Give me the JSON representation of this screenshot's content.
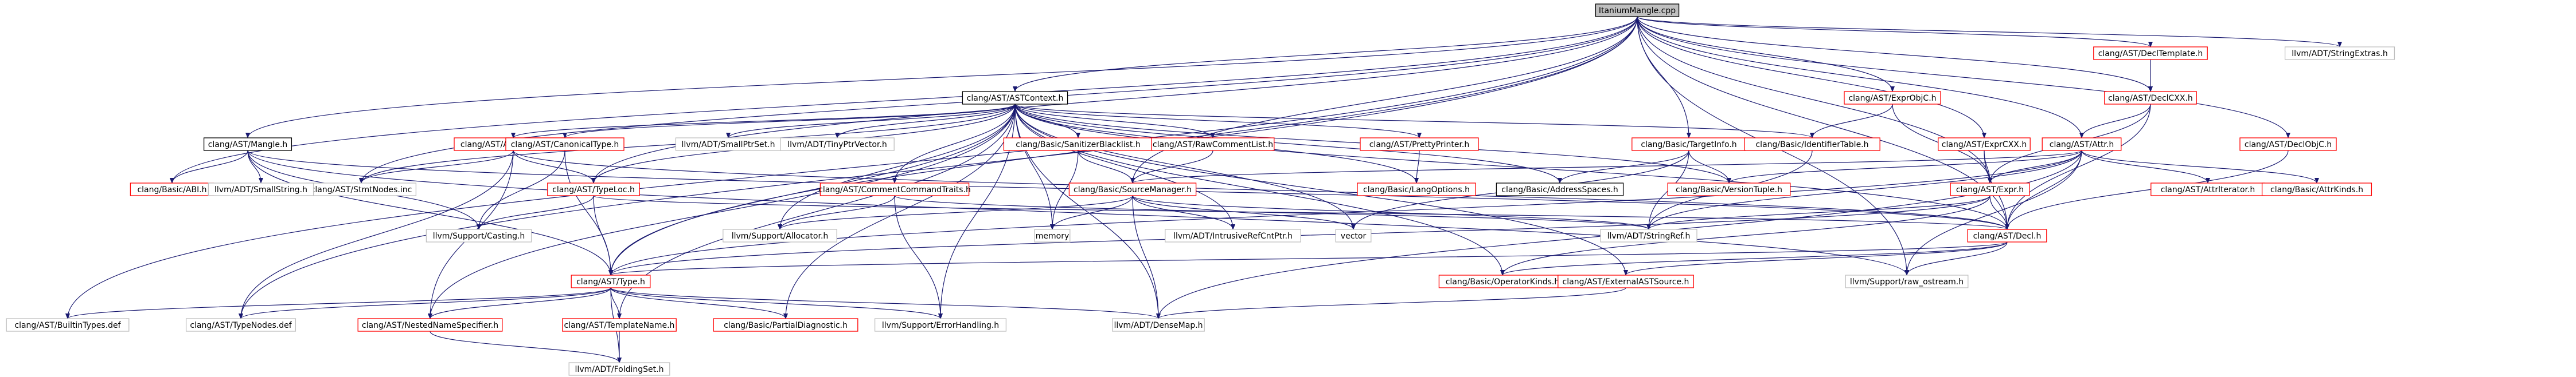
{
  "colors": {
    "root_fill": "#bfbfbf",
    "root_stroke": "#000000",
    "node_fill": "#ffffff",
    "node_stroke_documented": "#000000",
    "node_stroke_undocumented": "#bfbfbf",
    "node_stroke_red": "#ff0000",
    "edge_color": "#191970",
    "text_color": "#000000"
  },
  "nodes": [
    {
      "id": "root",
      "label": "ItaniumMangle.cpp",
      "kind": "root"
    },
    {
      "id": "llvm_stringextras",
      "label": "llvm/ADT/StringExtras.h",
      "kind": "gray"
    },
    {
      "id": "decltemplate",
      "label": "clang/AST/DeclTemplate.h",
      "kind": "red"
    },
    {
      "id": "declcxx",
      "label": "clang/AST/DeclCXX.h",
      "kind": "red"
    },
    {
      "id": "exprobjc",
      "label": "clang/AST/ExprObjC.h",
      "kind": "red"
    },
    {
      "id": "astcontext",
      "label": "clang/AST/ASTContext.h",
      "kind": "black"
    },
    {
      "id": "targetinfo",
      "label": "clang/Basic/TargetInfo.h",
      "kind": "red"
    },
    {
      "id": "exprcxx",
      "label": "clang/AST/ExprCXX.h",
      "kind": "red"
    },
    {
      "id": "declobjc",
      "label": "clang/AST/DeclObjC.h",
      "kind": "red"
    },
    {
      "id": "attr",
      "label": "clang/AST/Attr.h",
      "kind": "red"
    },
    {
      "id": "identifiertable",
      "label": "clang/Basic/IdentifierTable.h",
      "kind": "red"
    },
    {
      "id": "mangle",
      "label": "clang/AST/Mangle.h",
      "kind": "black"
    },
    {
      "id": "asttypetraits",
      "label": "clang/AST/ASTTypeTraits.h",
      "kind": "red"
    },
    {
      "id": "stmtnodes",
      "label": "clang/AST/StmtNodes.inc",
      "kind": "gray"
    },
    {
      "id": "canonicaltype",
      "label": "clang/AST/CanonicalType.h",
      "kind": "red"
    },
    {
      "id": "smallptrset",
      "label": "llvm/ADT/SmallPtrSet.h",
      "kind": "gray"
    },
    {
      "id": "tinyptrvector",
      "label": "llvm/ADT/TinyPtrVector.h",
      "kind": "gray"
    },
    {
      "id": "commentcommandtraits",
      "label": "clang/AST/CommentCommandTraits.h",
      "kind": "red"
    },
    {
      "id": "sanitizerblacklist",
      "label": "clang/Basic/SanitizerBlacklist.h",
      "kind": "red"
    },
    {
      "id": "rawcommentlist",
      "label": "clang/AST/RawCommentList.h",
      "kind": "red"
    },
    {
      "id": "prettyprinter",
      "label": "clang/AST/PrettyPrinter.h",
      "kind": "red"
    },
    {
      "id": "langoptions",
      "label": "clang/Basic/LangOptions.h",
      "kind": "red"
    },
    {
      "id": "addressspaces",
      "label": "clang/Basic/AddressSpaces.h",
      "kind": "black"
    },
    {
      "id": "versiontuple",
      "label": "clang/Basic/VersionTuple.h",
      "kind": "red"
    },
    {
      "id": "expr",
      "label": "clang/AST/Expr.h",
      "kind": "red"
    },
    {
      "id": "attrvisitor",
      "label": "clang/AST/Attrlterator.h",
      "kind": "red"
    },
    {
      "id": "attrkinds",
      "label": "clang/Basic/AttrKinds.h",
      "kind": "red"
    },
    {
      "id": "abi",
      "label": "clang/Basic/ABI.h",
      "kind": "red"
    },
    {
      "id": "smallstring",
      "label": "llvm/ADT/SmallString.h",
      "kind": "gray"
    },
    {
      "id": "typeloc",
      "label": "clang/AST/TypeLoc.h",
      "kind": "red"
    },
    {
      "id": "casting",
      "label": "llvm/Support/Casting.h",
      "kind": "gray"
    },
    {
      "id": "sourcemanager",
      "label": "clang/Basic/SourceManager.h",
      "kind": "red"
    },
    {
      "id": "memory",
      "label": "memory",
      "kind": "gray"
    },
    {
      "id": "allocator",
      "label": "llvm/Support/Allocator.h",
      "kind": "gray"
    },
    {
      "id": "intrusiverefcntptr",
      "label": "llvm/ADT/IntrusiveRefCntPtr.h",
      "kind": "gray"
    },
    {
      "id": "vector",
      "label": "vector",
      "kind": "gray"
    },
    {
      "id": "stringref",
      "label": "llvm/ADT/StringRef.h",
      "kind": "gray"
    },
    {
      "id": "decl",
      "label": "clang/AST/Decl.h",
      "kind": "red"
    },
    {
      "id": "type",
      "label": "clang/AST/Type.h",
      "kind": "red"
    },
    {
      "id": "operatorkinds",
      "label": "clang/Basic/OperatorKinds.h",
      "kind": "red"
    },
    {
      "id": "externalastsource",
      "label": "clang/AST/ExternalASTSource.h",
      "kind": "red"
    },
    {
      "id": "raw_ostream",
      "label": "llvm/Support/raw_ostream.h",
      "kind": "gray"
    },
    {
      "id": "builtintypes",
      "label": "clang/AST/BuiltinTypes.def",
      "kind": "gray"
    },
    {
      "id": "typenodes",
      "label": "clang/AST/TypeNodes.def",
      "kind": "gray"
    },
    {
      "id": "nestednamespecifier",
      "label": "clang/AST/NestedNameSpecifier.h",
      "kind": "red"
    },
    {
      "id": "templatename",
      "label": "clang/AST/TemplateName.h",
      "kind": "red"
    },
    {
      "id": "partialdiagnostic",
      "label": "clang/Basic/PartialDiagnostic.h",
      "kind": "red"
    },
    {
      "id": "errorhandling",
      "label": "llvm/Support/ErrorHandling.h",
      "kind": "gray"
    },
    {
      "id": "densemap",
      "label": "llvm/ADT/DenseMap.h",
      "kind": "gray"
    },
    {
      "id": "foldingset",
      "label": "llvm/ADT/FoldingSet.h",
      "kind": "gray"
    }
  ],
  "edges": [
    [
      "root",
      "llvm_stringextras"
    ],
    [
      "root",
      "decltemplate"
    ],
    [
      "root",
      "exprobjc"
    ],
    [
      "root",
      "exprcxx"
    ],
    [
      "root",
      "declobjc"
    ],
    [
      "root",
      "attr"
    ],
    [
      "root",
      "astcontext"
    ],
    [
      "root",
      "targetinfo"
    ],
    [
      "root",
      "mangle"
    ],
    [
      "root",
      "abi"
    ],
    [
      "root",
      "typeloc"
    ],
    [
      "root",
      "type"
    ],
    [
      "root",
      "decl"
    ],
    [
      "root",
      "stmtnodes"
    ],
    [
      "root",
      "sourcemanager"
    ],
    [
      "root",
      "raw_ostream"
    ],
    [
      "root",
      "builtintypes"
    ],
    [
      "root",
      "typenodes"
    ],
    [
      "root",
      "declcxx"
    ],
    [
      "root",
      "expr"
    ],
    [
      "decltemplate",
      "declcxx"
    ],
    [
      "declcxx",
      "attr"
    ],
    [
      "declcxx",
      "decl"
    ],
    [
      "declcxx",
      "expr"
    ],
    [
      "exprobjc",
      "expr"
    ],
    [
      "exprobjc",
      "identifiertable"
    ],
    [
      "exprcxx",
      "expr"
    ],
    [
      "exprcxx",
      "decl"
    ],
    [
      "declobjc",
      "decl"
    ],
    [
      "attr",
      "expr"
    ],
    [
      "attr",
      "decl"
    ],
    [
      "attr",
      "type"
    ],
    [
      "attr",
      "versiontuple"
    ],
    [
      "attr",
      "attrvisitor"
    ],
    [
      "attr",
      "attrkinds"
    ],
    [
      "attr",
      "stringref"
    ],
    [
      "attr",
      "densemap"
    ],
    [
      "attr",
      "raw_ostream"
    ],
    [
      "attr",
      "sourcemanager"
    ],
    [
      "targetinfo",
      "versiontuple"
    ],
    [
      "targetinfo",
      "addressspaces"
    ],
    [
      "targetinfo",
      "stringref"
    ],
    [
      "targetinfo",
      "vector"
    ],
    [
      "identifiertable",
      "stringref"
    ],
    [
      "astcontext",
      "asttypetraits"
    ],
    [
      "astcontext",
      "stmtnodes"
    ],
    [
      "astcontext",
      "canonicaltype"
    ],
    [
      "astcontext",
      "smallptrset"
    ],
    [
      "astcontext",
      "tinyptrvector"
    ],
    [
      "astcontext",
      "commentcommandtraits"
    ],
    [
      "astcontext",
      "sanitizerblacklist"
    ],
    [
      "astcontext",
      "rawcommentlist"
    ],
    [
      "astcontext",
      "prettyprinter"
    ],
    [
      "astcontext",
      "langoptions"
    ],
    [
      "astcontext",
      "addressspaces"
    ],
    [
      "astcontext",
      "versiontuple"
    ],
    [
      "astcontext",
      "identifiertable"
    ],
    [
      "astcontext",
      "externalastsource"
    ],
    [
      "astcontext",
      "operatorkinds"
    ],
    [
      "astcontext",
      "densemap"
    ],
    [
      "astcontext",
      "memory"
    ],
    [
      "astcontext",
      "vector"
    ],
    [
      "astcontext",
      "intrusiverefcntptr"
    ],
    [
      "astcontext",
      "allocator"
    ],
    [
      "astcontext",
      "partialdiagnostic"
    ],
    [
      "astcontext",
      "typeloc"
    ],
    [
      "astcontext",
      "type"
    ],
    [
      "astcontext",
      "nestednamespecifier"
    ],
    [
      "astcontext",
      "templatename"
    ],
    [
      "astcontext",
      "errorhandling"
    ],
    [
      "astcontext",
      "decl"
    ],
    [
      "mangle",
      "abi"
    ],
    [
      "mangle",
      "smallstring"
    ],
    [
      "mangle",
      "casting"
    ],
    [
      "mangle",
      "type"
    ],
    [
      "mangle",
      "decl"
    ],
    [
      "mangle",
      "raw_ostream"
    ],
    [
      "asttypetraits",
      "typeloc"
    ],
    [
      "asttypetraits",
      "stmtnodes"
    ],
    [
      "asttypetraits",
      "nestednamespecifier"
    ],
    [
      "asttypetraits",
      "typenodes"
    ],
    [
      "asttypetraits",
      "decl"
    ],
    [
      "canonicaltype",
      "casting"
    ],
    [
      "canonicaltype",
      "type"
    ],
    [
      "commentcommandtraits",
      "allocator"
    ],
    [
      "commentcommandtraits",
      "stringref"
    ],
    [
      "commentcommandtraits",
      "errorhandling"
    ],
    [
      "sanitizerblacklist",
      "sourcemanager"
    ],
    [
      "sanitizerblacklist",
      "memory"
    ],
    [
      "rawcommentlist",
      "sourcemanager"
    ],
    [
      "prettyprinter",
      "langoptions"
    ],
    [
      "typeloc",
      "type"
    ],
    [
      "typeloc",
      "decl"
    ],
    [
      "typeloc",
      "casting"
    ],
    [
      "sourcemanager",
      "memory"
    ],
    [
      "sourcemanager",
      "allocator"
    ],
    [
      "sourcemanager",
      "intrusiverefcntptr"
    ],
    [
      "sourcemanager",
      "densemap"
    ],
    [
      "sourcemanager",
      "vector"
    ],
    [
      "sourcemanager",
      "stringref"
    ],
    [
      "expr",
      "decl"
    ],
    [
      "expr",
      "type"
    ],
    [
      "expr",
      "stringref"
    ],
    [
      "expr",
      "operatorkinds"
    ],
    [
      "decl",
      "type"
    ],
    [
      "decl",
      "externalastsource"
    ],
    [
      "decl",
      "raw_ostream"
    ],
    [
      "decl",
      "operatorkinds"
    ],
    [
      "type",
      "builtintypes"
    ],
    [
      "type",
      "typenodes"
    ],
    [
      "type",
      "nestednamespecifier"
    ],
    [
      "type",
      "templatename"
    ],
    [
      "type",
      "partialdiagnostic"
    ],
    [
      "type",
      "errorhandling"
    ],
    [
      "type",
      "foldingset"
    ],
    [
      "type",
      "densemap"
    ],
    [
      "externalastsource",
      "densemap"
    ],
    [
      "nestednamespecifier",
      "foldingset"
    ],
    [
      "templatename",
      "foldingset"
    ]
  ]
}
